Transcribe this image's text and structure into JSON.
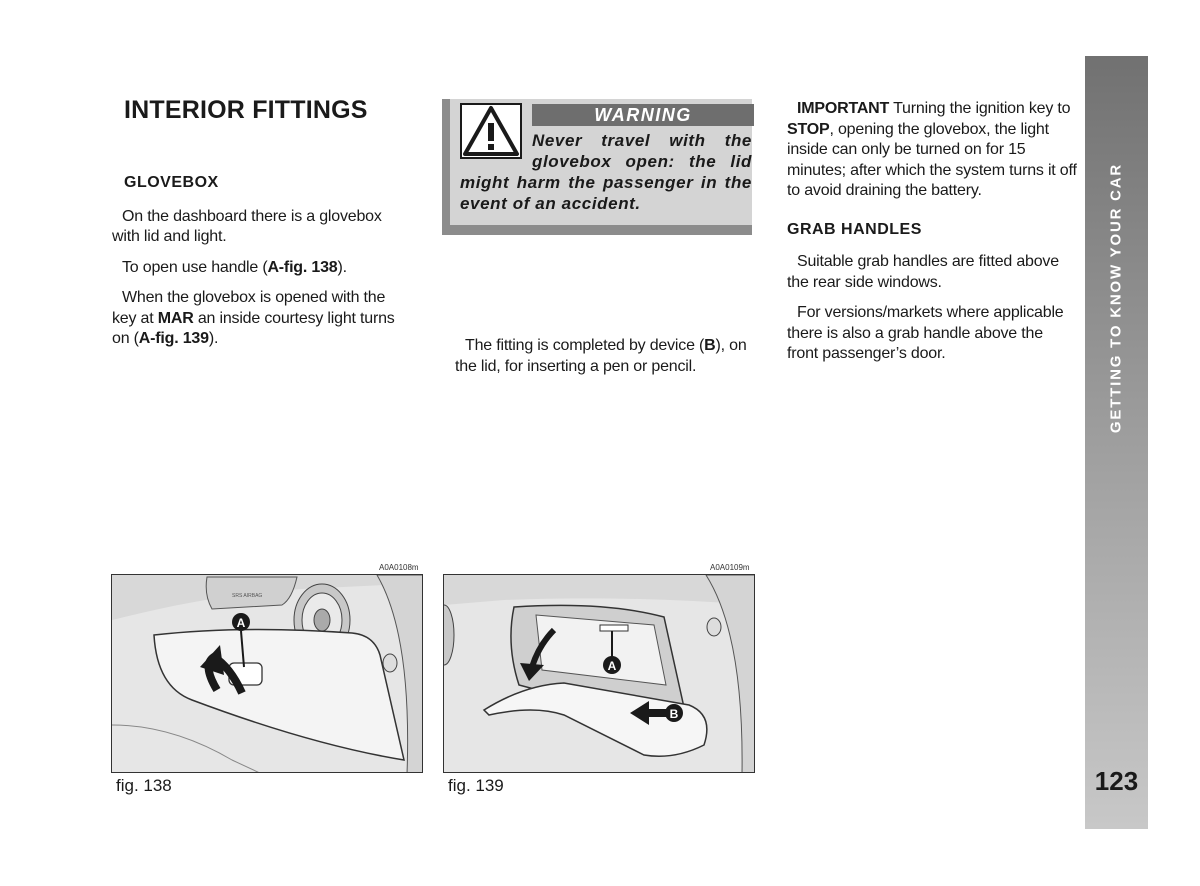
{
  "page_title": "INTERIOR FITTINGS",
  "glovebox": {
    "heading": "GLOVEBOX",
    "p1": "On the dashboard there is a glovebox with lid and light.",
    "p2_pre": "To open use handle (",
    "p2_ref": "A-fig. 138",
    "p2_post": ").",
    "p3_pre": "When the glovebox is opened with the key at ",
    "p3_key": "MAR",
    "p3_mid": " an inside courtesy light turns on (",
    "p3_ref": "A-fig. 139",
    "p3_post": ")."
  },
  "warning": {
    "header": "WARNING",
    "line1": "Never travel with the",
    "line2": "glovebox open: the lid",
    "rest": "might harm the passenger in the event of an accident."
  },
  "device_text": {
    "pre": "The fitting is completed by device (",
    "ref": "B",
    "post": "), on the lid, for inserting a pen or pencil."
  },
  "important": {
    "label": "IMPORTANT",
    "pre": " Turning the ignition key to ",
    "key": "STOP",
    "post": ", opening the glovebox, the light inside can only be turned on for 15 minutes; after which the system turns it off to avoid draining the battery."
  },
  "grab_handles": {
    "heading": "GRAB HANDLES",
    "p1": "Suitable grab handles are fitted above the rear side windows.",
    "p2": "For versions/markets where applicable there is also a grab handle above the front passenger’s door."
  },
  "figures": [
    {
      "code": "A0A0108m",
      "caption": "fig. 138",
      "labels": [
        "A"
      ],
      "airbag_text": "SRS AIRBAG"
    },
    {
      "code": "A0A0109m",
      "caption": "fig. 139",
      "labels": [
        "A",
        "B"
      ]
    }
  ],
  "sidebar": {
    "section": "GETTING TO KNOW YOUR CAR",
    "page_number": "123"
  }
}
